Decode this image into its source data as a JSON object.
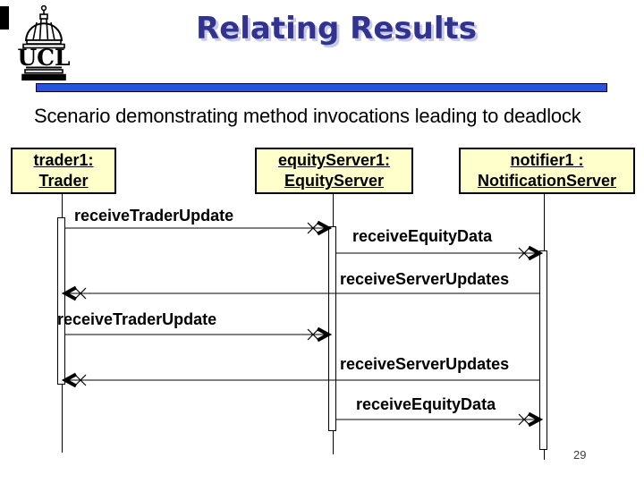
{
  "slide": {
    "title": "Relating Results",
    "subtitle": "Scenario demonstrating method invocations leading to deadlock",
    "page_number": "29",
    "colors": {
      "title": "#31338F",
      "title_shadow": "#C9C9E8",
      "accent_bar": "#2B52DC",
      "actor_box_fill": "#FFFFCC"
    }
  },
  "logo": {
    "icon": "ucl-logo",
    "text": "UCL"
  },
  "diagram": {
    "type": "uml-sequence-diagram",
    "actors": [
      {
        "name": "trader1:",
        "class": "Trader"
      },
      {
        "name": "equityServer1:",
        "class": "EquityServer"
      },
      {
        "name": "notifier1 :",
        "class": "NotificationServer"
      }
    ],
    "messages": [
      {
        "label": "receiveTraderUpdate",
        "from": "trader1",
        "to": "equityServer1",
        "direction": "right"
      },
      {
        "label": "receiveEquityData",
        "from": "equityServer1",
        "to": "notifier1",
        "direction": "right"
      },
      {
        "label": "receiveServerUpdates",
        "from": "notifier1",
        "to": "trader1",
        "direction": "left"
      },
      {
        "label": "receiveTraderUpdate",
        "from": "trader1",
        "to": "equityServer1",
        "direction": "right"
      },
      {
        "label": "receiveServerUpdates",
        "from": "notifier1",
        "to": "trader1",
        "direction": "left"
      },
      {
        "label": "receiveEquityData",
        "from": "equityServer1",
        "to": "notifier1",
        "direction": "right"
      }
    ]
  }
}
